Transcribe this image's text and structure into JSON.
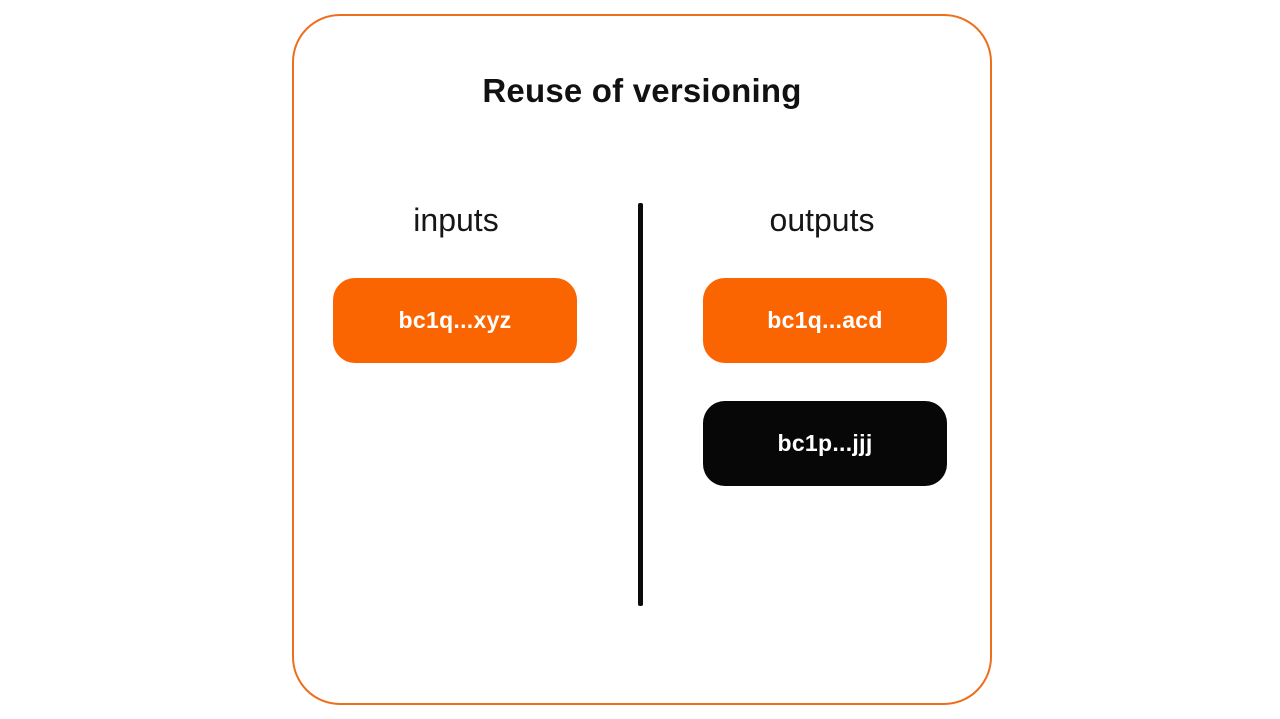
{
  "diagram": {
    "title": "Reuse of versioning",
    "colors": {
      "outer_border_orange": "#ED6F1B",
      "pill_orange": "#FA6502",
      "pill_black": "#070707",
      "pill_text": "#FFFFFF",
      "divider_black": "#0A0A0A"
    },
    "columns": [
      {
        "label": "inputs",
        "boxes": [
          {
            "label": "bc1q...xyz",
            "bg": "#FA6502",
            "fg": "#FFFFFF"
          }
        ]
      },
      {
        "label": "outputs",
        "boxes": [
          {
            "label": "bc1q...acd",
            "bg": "#FA6502",
            "fg": "#FFFFFF"
          },
          {
            "label": "bc1p...jjj",
            "bg": "#070707",
            "fg": "#FFFFFF"
          }
        ]
      }
    ]
  }
}
